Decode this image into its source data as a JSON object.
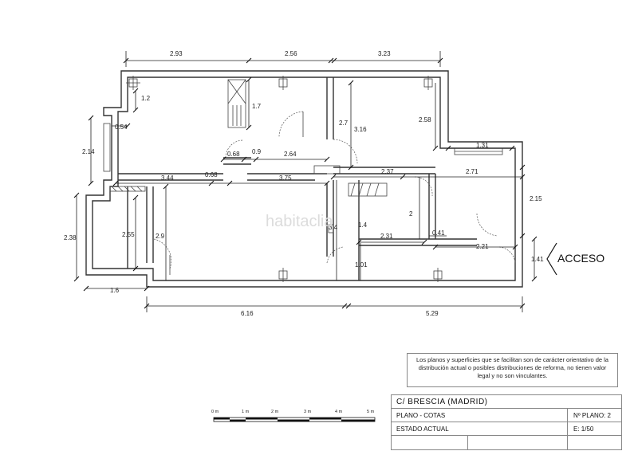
{
  "dimensions": {
    "top": [
      "2.93",
      "2.56",
      "3.23"
    ],
    "room_a_1_2": "1.2",
    "room_b_1_7": "1.7",
    "d_0_54": "0.54",
    "left_2_14": "2.14",
    "d_0_68_a": "0.68",
    "d_0_9": "0.9",
    "d_2_64": "2.64",
    "d_2_7": "2.7",
    "d_3_16": "3.16",
    "d_2_58": "2.58",
    "d_1_31": "1.31",
    "d_3_44": "3.44",
    "d_0_68_b": "0.68",
    "d_3_75": "3.75",
    "d_2_37": "2.37",
    "d_2_71": "2.71",
    "d_2_15": "2.15",
    "d_2": "2",
    "d_2_31": "2.31",
    "d_0_41": "0.41",
    "d_2_21": "2.21",
    "d_1_41": "1.41",
    "d_2_38": "2.38",
    "d_2_55": "2.55",
    "d_2_9": "2.9",
    "d_3_4": "3.4",
    "d_1_4": "1.4",
    "d_1_01": "1.01",
    "d_1_6": "1.6",
    "bottom": [
      "6.16",
      "5.29"
    ]
  },
  "entrance_label": "ACCESO",
  "watermark": "habitaclia",
  "disclaimer": "Los planos y superficies que se facilitan son de carácter orientativo de la distribución actual o posibles distribuciones de reforma, no tienen valor legal y no son vinculantes.",
  "scale_bar": {
    "labels": [
      "0 m",
      "1 m",
      "2 m",
      "3 m",
      "4 m",
      "5 m"
    ]
  },
  "title_block": {
    "address": "C/  BRESCIA   (MADRID)",
    "plan_type": "PLANO   -  COTAS",
    "plan_number": "Nº PLANO:  2",
    "state": "ESTADO  ACTUAL",
    "scale": "E: 1/50"
  }
}
